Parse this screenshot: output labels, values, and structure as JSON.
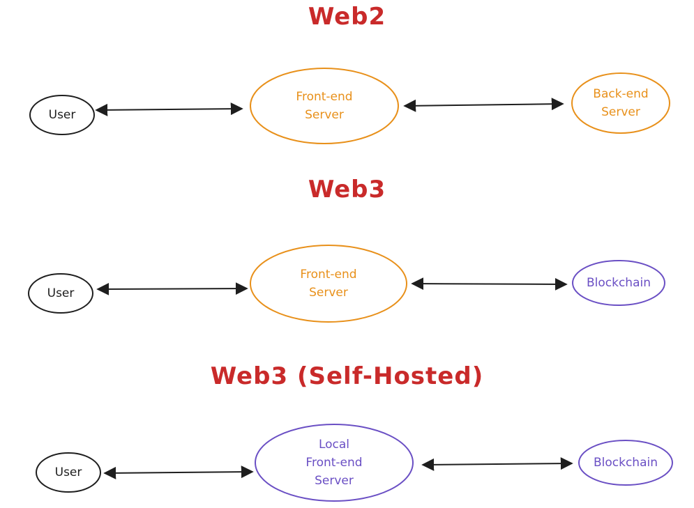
{
  "colors": {
    "title": "#c92a2a",
    "user": "#1e1e1e",
    "server": "#e8901a",
    "chain": "#6a4fc4",
    "arrow": "#1e1e1e"
  },
  "sections": [
    {
      "title": "Web2",
      "nodes": [
        {
          "id": "user",
          "lines": [
            "User"
          ],
          "color": "user"
        },
        {
          "id": "frontend",
          "lines": [
            "Front-end",
            "Server"
          ],
          "color": "server"
        },
        {
          "id": "backend",
          "lines": [
            "Back-end",
            "Server"
          ],
          "color": "server"
        }
      ]
    },
    {
      "title": "Web3",
      "nodes": [
        {
          "id": "user",
          "lines": [
            "User"
          ],
          "color": "user"
        },
        {
          "id": "frontend",
          "lines": [
            "Front-end",
            "Server"
          ],
          "color": "server"
        },
        {
          "id": "blockchain",
          "lines": [
            "Blockchain"
          ],
          "color": "chain"
        }
      ]
    },
    {
      "title": "Web3 (Self-Hosted)",
      "nodes": [
        {
          "id": "user",
          "lines": [
            "User"
          ],
          "color": "user"
        },
        {
          "id": "frontend",
          "lines": [
            "Local",
            "Front-end",
            "Server"
          ],
          "color": "chain"
        },
        {
          "id": "blockchain",
          "lines": [
            "Blockchain"
          ],
          "color": "chain"
        }
      ]
    }
  ]
}
